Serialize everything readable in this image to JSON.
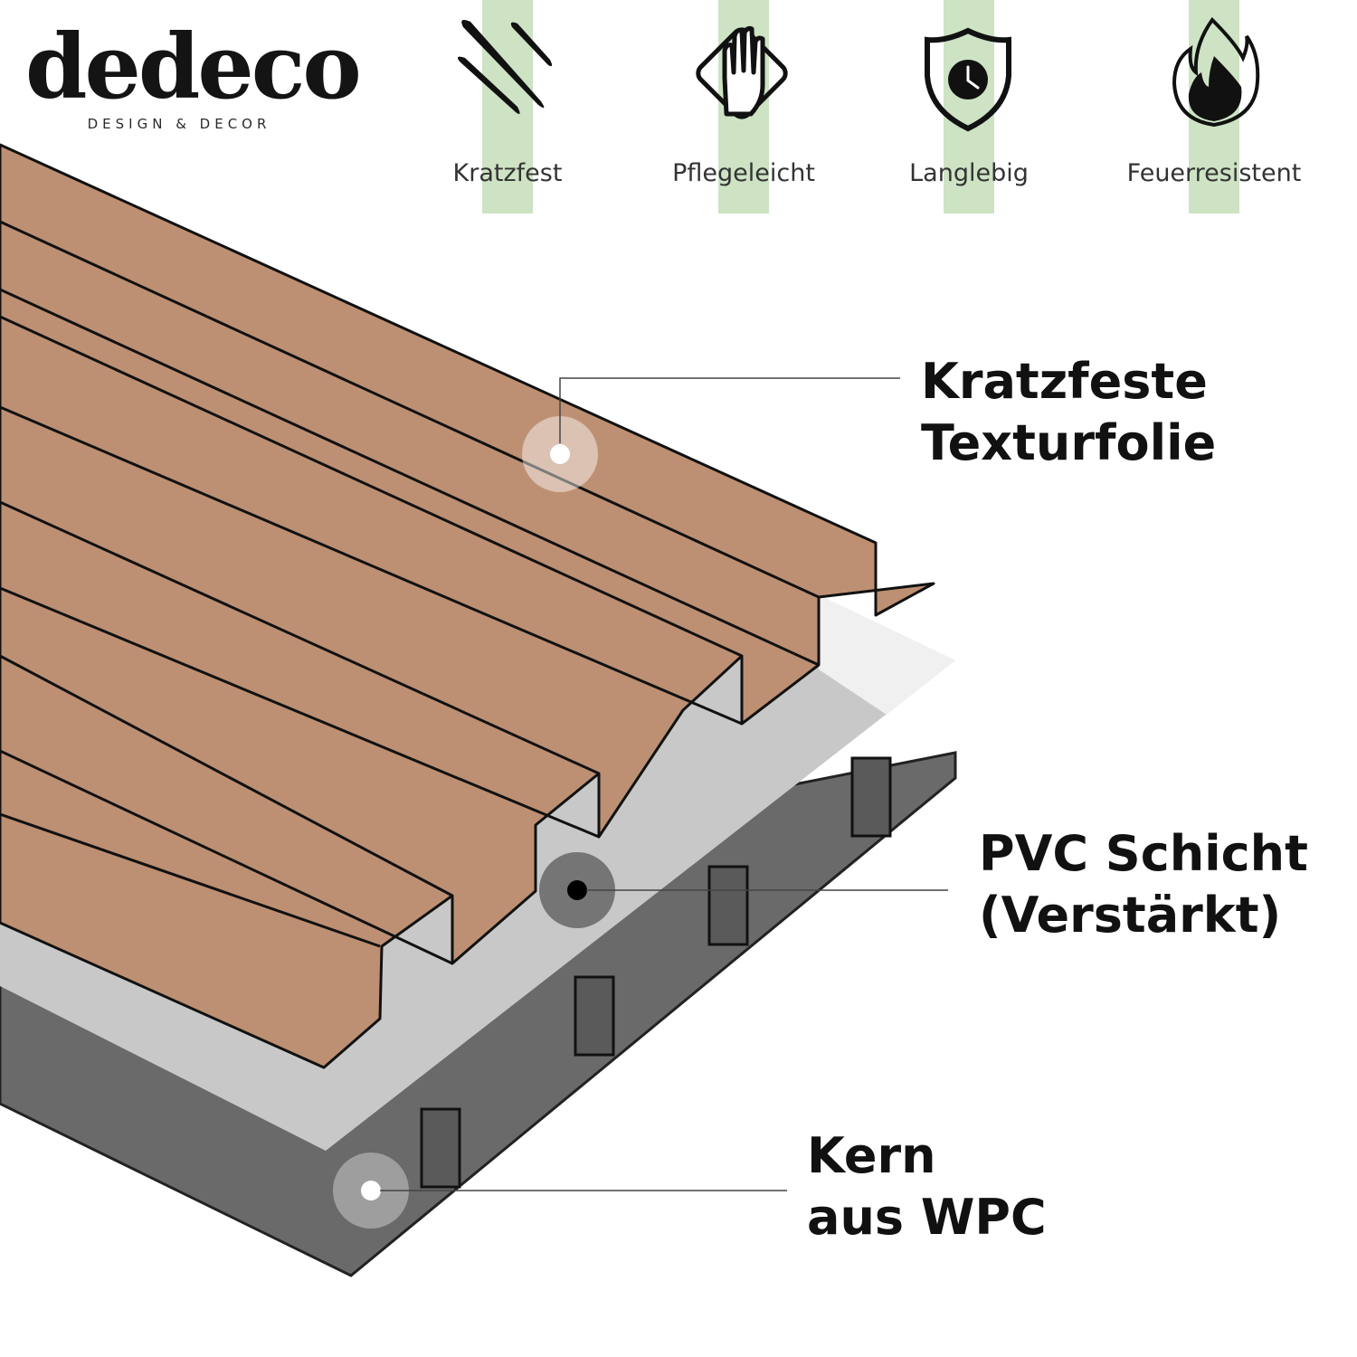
{
  "brand": {
    "name": "dedeco",
    "tagline": "DESIGN & DECOR"
  },
  "features": [
    {
      "label": "Kratzfest",
      "icon": "scratch-icon"
    },
    {
      "label": "Pflegeleicht",
      "icon": "wipe-hand-icon"
    },
    {
      "label": "Langlebig",
      "icon": "shield-clock-icon"
    },
    {
      "label": "Feuerresistent",
      "icon": "flame-icon"
    }
  ],
  "layers": [
    {
      "line1": "Kratzfeste",
      "line2": "Texturfolie"
    },
    {
      "line1": "PVC Schicht",
      "line2": "(Verstärkt)"
    },
    {
      "line1": "Kern",
      "line2": "aus WPC"
    }
  ],
  "colors": {
    "accent_bar": "#cde3c4",
    "wood": "#bd9073",
    "pvc_light": "#f0f0f0",
    "pvc": "#c8c8c8",
    "core": "#6a6a6a",
    "text": "#111111"
  }
}
